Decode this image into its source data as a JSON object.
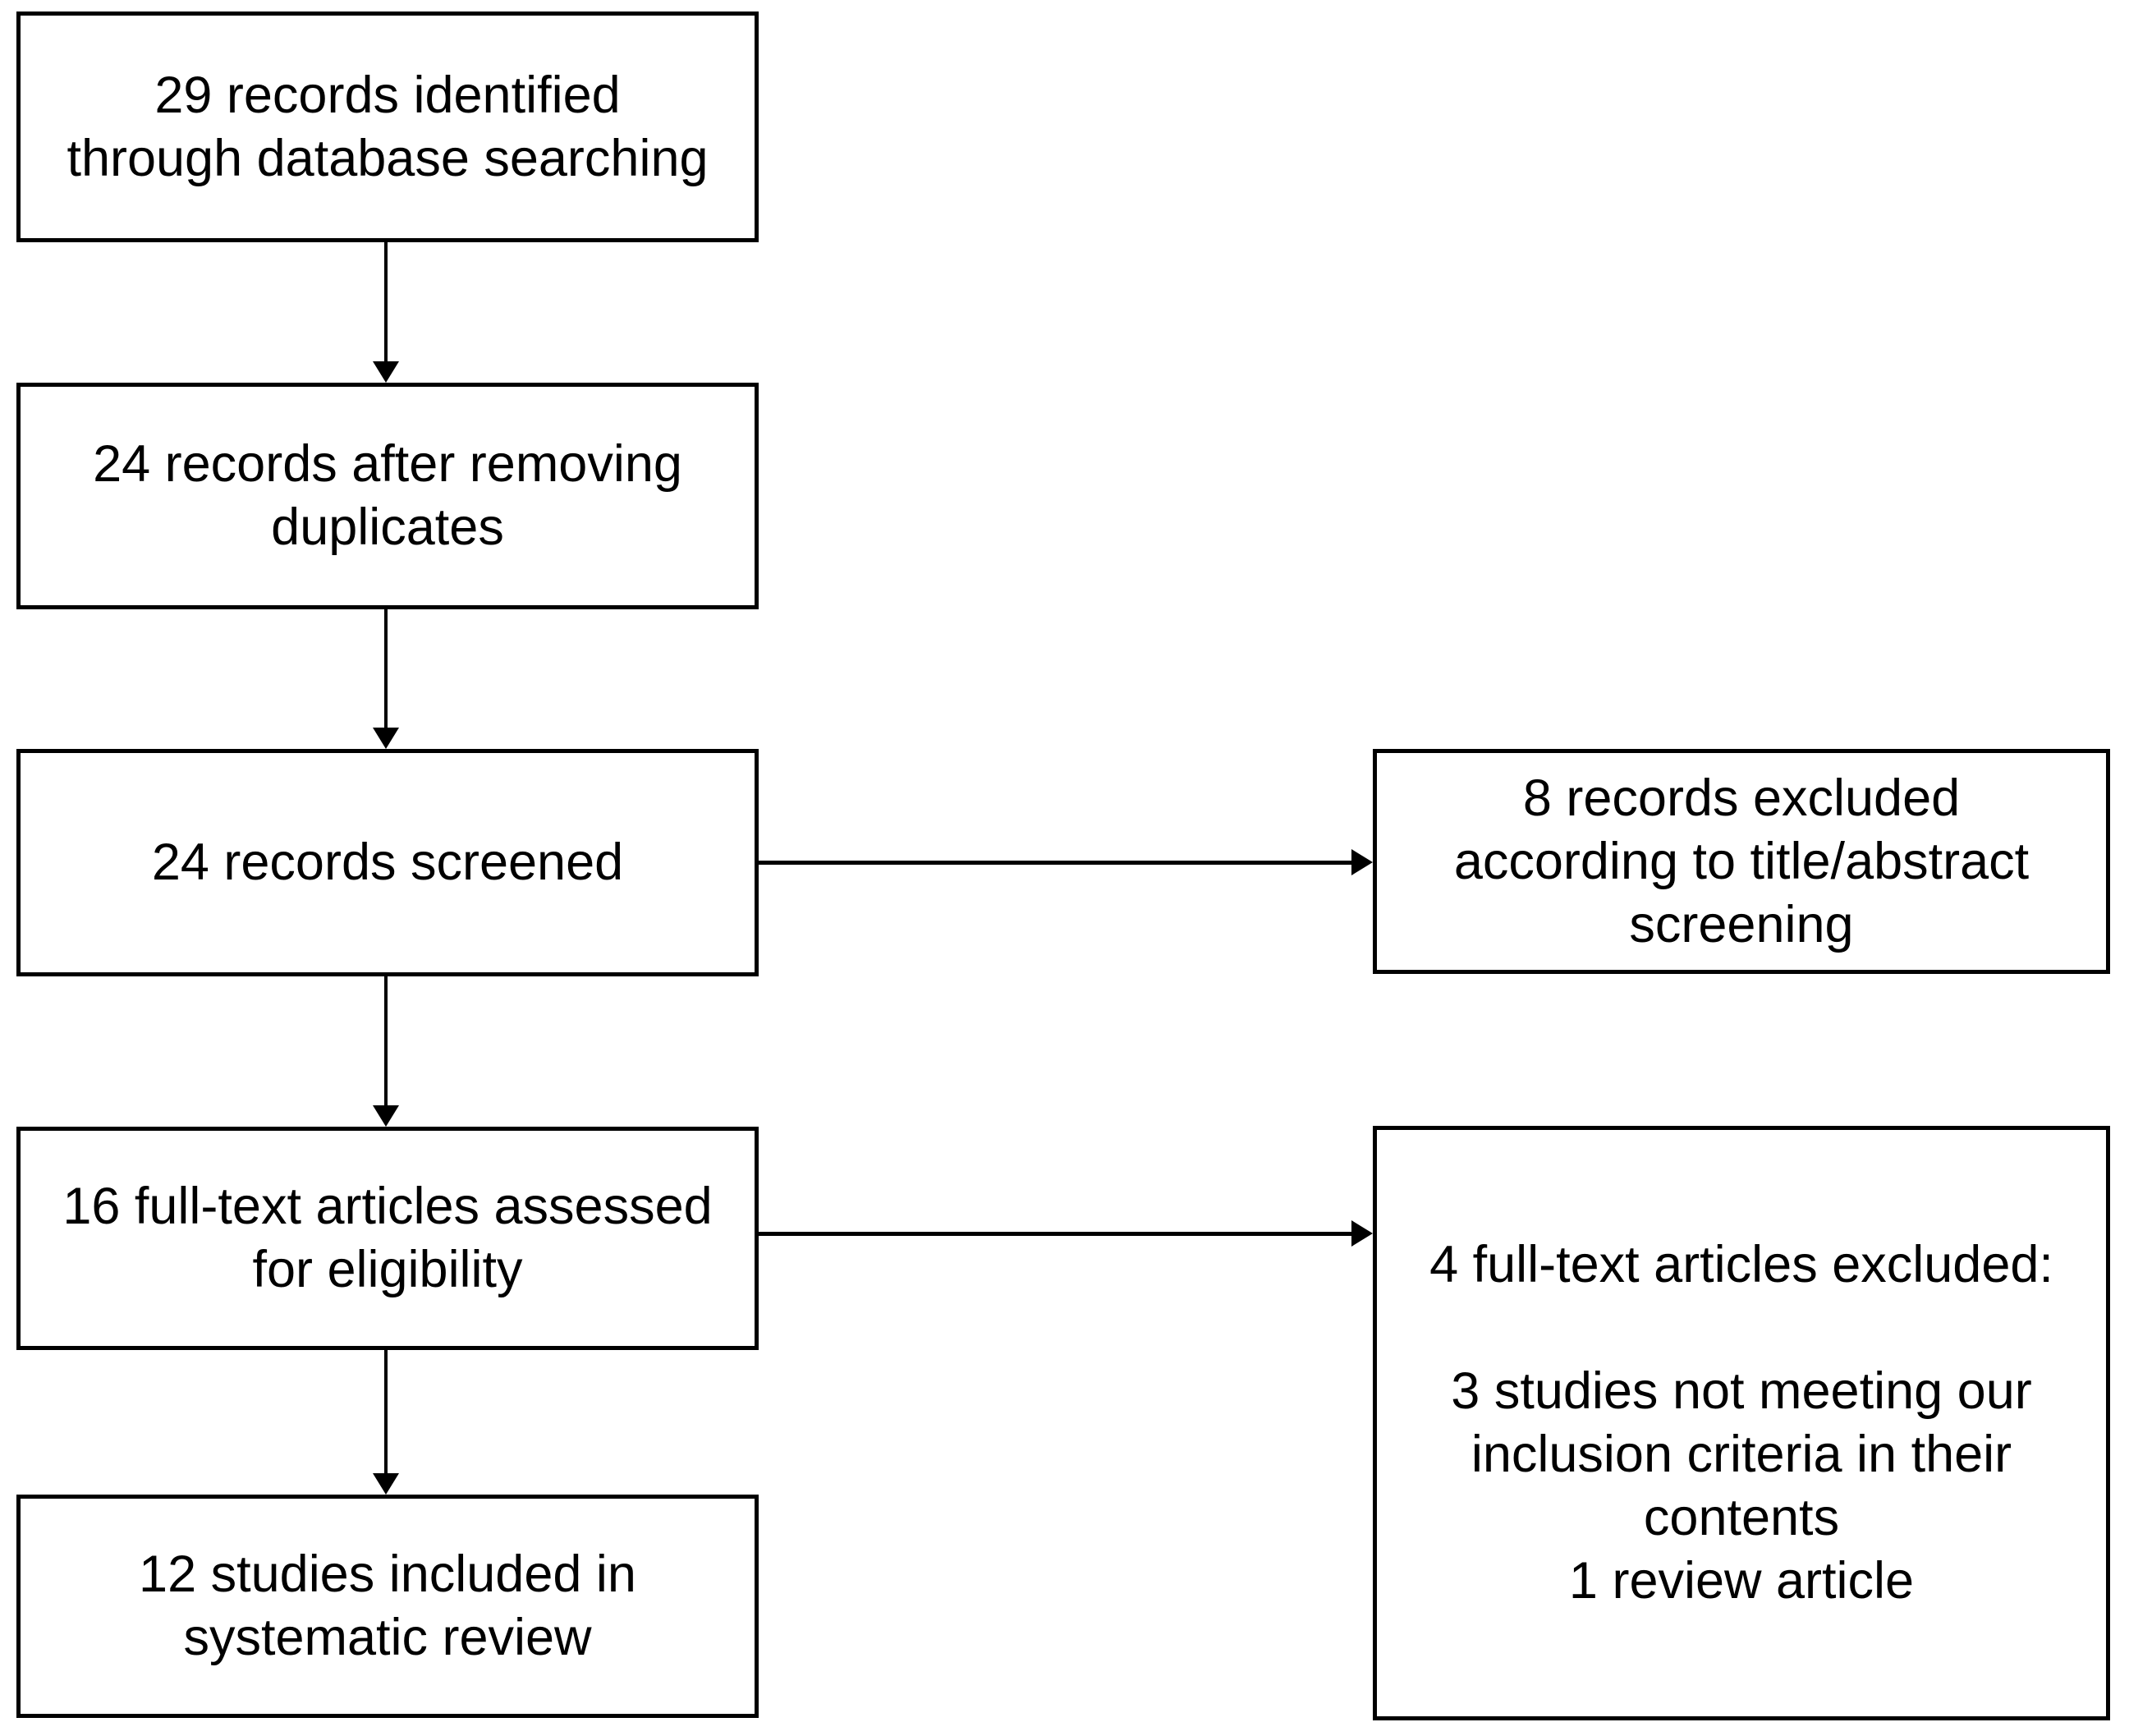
{
  "colors": {
    "background": "#ffffff",
    "line": "#000000",
    "text": "#000000"
  },
  "boxes": {
    "identified": {
      "lines": [
        "29 records identified",
        "through database searching"
      ]
    },
    "after_duplicates": {
      "lines": [
        "24 records after removing",
        "duplicates"
      ]
    },
    "screened": {
      "lines": [
        "24 records screened"
      ]
    },
    "fulltext_assessed": {
      "lines": [
        "16 full-text articles assessed",
        "for eligibility"
      ]
    },
    "included": {
      "lines": [
        "12 studies included in",
        "systematic review"
      ]
    },
    "excluded_screening": {
      "lines": [
        "8 records excluded",
        "according to title/abstract",
        "screening"
      ]
    },
    "excluded_fulltext": {
      "lines": [
        "4 full-text articles excluded:",
        "",
        "3 studies not meeting our",
        "inclusion criteria in their",
        "contents",
        "1 review article"
      ]
    }
  }
}
